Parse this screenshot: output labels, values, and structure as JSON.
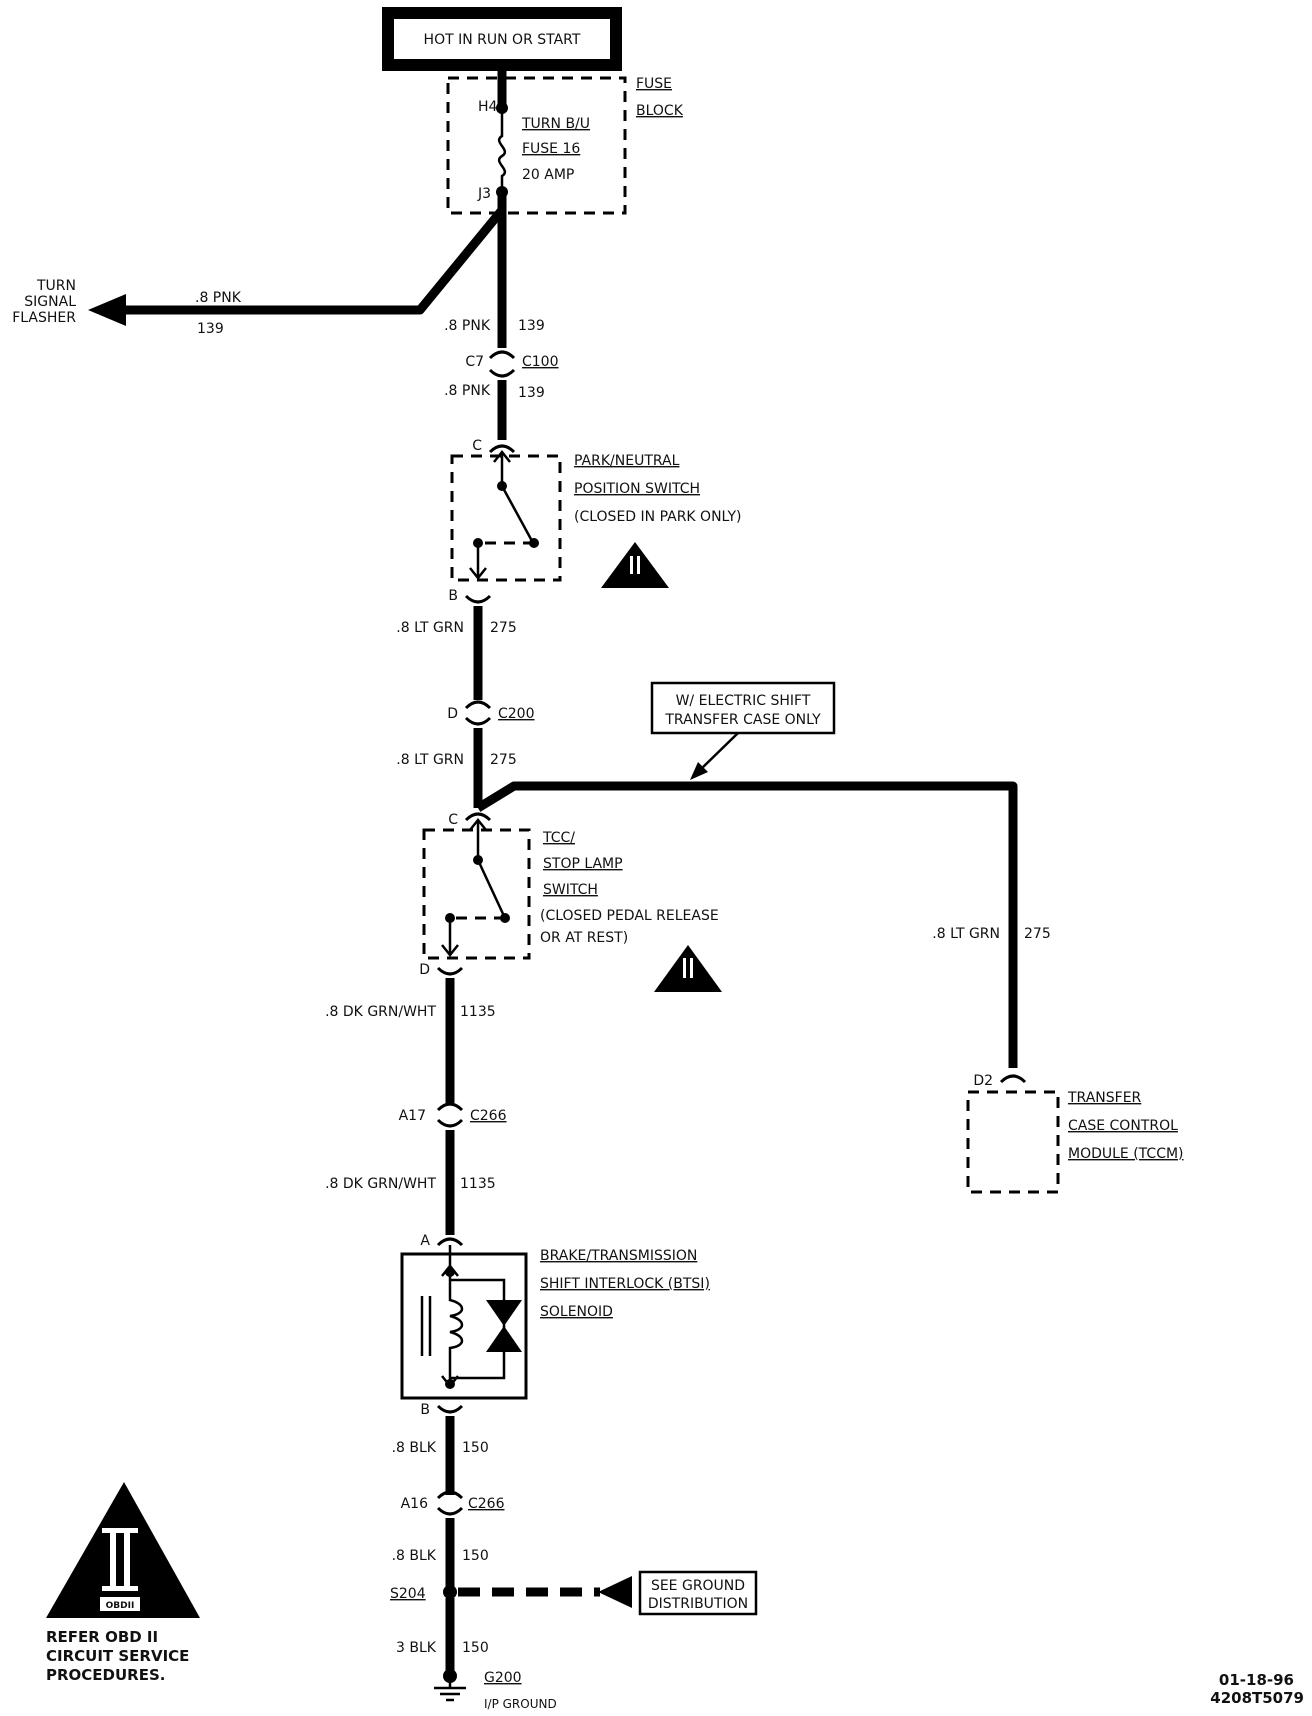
{
  "power_source": {
    "label": "HOT IN RUN OR START"
  },
  "fuse_block": {
    "title_1": "FUSE",
    "title_2": "BLOCK",
    "pin_in": "H4",
    "pin_out": "J3",
    "fuse_line_1": "TURN B/U",
    "fuse_line_2": "FUSE 16",
    "fuse_line_3": "20 AMP"
  },
  "turn_signal": {
    "line_1": "TURN",
    "line_2": "SIGNAL",
    "line_3": "FLASHER",
    "wire_color": ".8 PNK",
    "wire_circuit": "139"
  },
  "wires": {
    "pnk_upper_color": ".8 PNK",
    "pnk_upper_circuit": "139",
    "pnk_lower_color": ".8 PNK",
    "pnk_lower_circuit": "139",
    "ltgrn_1_color": ".8 LT GRN",
    "ltgrn_1_circuit": "275",
    "ltgrn_2_color": ".8 LT GRN",
    "ltgrn_2_circuit": "275",
    "ltgrn_3_color": ".8 LT GRN",
    "ltgrn_3_circuit": "275",
    "dkgrn_1_color": ".8 DK GRN/WHT",
    "dkgrn_1_circuit": "1135",
    "dkgrn_2_color": ".8 DK GRN/WHT",
    "dkgrn_2_circuit": "1135",
    "blk_1_color": ".8 BLK",
    "blk_1_circuit": "150",
    "blk_2_color": ".8 BLK",
    "blk_2_circuit": "150",
    "blk_3_color": "3 BLK",
    "blk_3_circuit": "150"
  },
  "connectors": {
    "c100_pin": "C7",
    "c100_name": "C100",
    "c200_pin": "D",
    "c200_name": "C200",
    "c266a_pin": "A17",
    "c266a_name": "C266",
    "c266b_pin": "A16",
    "c266b_name": "C266"
  },
  "park_neutral_switch": {
    "pin_top": "C",
    "pin_bottom": "B",
    "title_1": "PARK/NEUTRAL",
    "title_2": "POSITION SWITCH",
    "note": "(CLOSED IN PARK ONLY)"
  },
  "electric_shift_note": {
    "line_1": "W/ ELECTRIC SHIFT",
    "line_2": "TRANSFER CASE ONLY"
  },
  "tcc_switch": {
    "pin_top": "C",
    "pin_bottom": "D",
    "title_1": "TCC/",
    "title_2": "STOP LAMP",
    "title_3": "SWITCH",
    "note_1": "(CLOSED PEDAL RELEASE",
    "note_2": "OR AT REST)"
  },
  "tccm": {
    "pin": "D2",
    "title_1": "TRANSFER",
    "title_2": "CASE CONTROL",
    "title_3": "MODULE (TCCM)"
  },
  "btsi": {
    "pin_top": "A",
    "pin_bottom": "B",
    "title_1": "BRAKE/TRANSMISSION",
    "title_2": "SHIFT INTERLOCK (BTSI)",
    "title_3": "SOLENOID"
  },
  "splice": {
    "name": "S204"
  },
  "ground_distribution": {
    "line_1": "SEE GROUND",
    "line_2": "DISTRIBUTION"
  },
  "ground": {
    "name": "G200",
    "desc": "I/P GROUND"
  },
  "obd_note": {
    "symbol_caption": "OBDII",
    "line_1": "REFER OBD II",
    "line_2": "CIRCUIT SERVICE",
    "line_3": "PROCEDURES."
  },
  "footer": {
    "date": "01-18-96",
    "code": "4208T5079"
  }
}
